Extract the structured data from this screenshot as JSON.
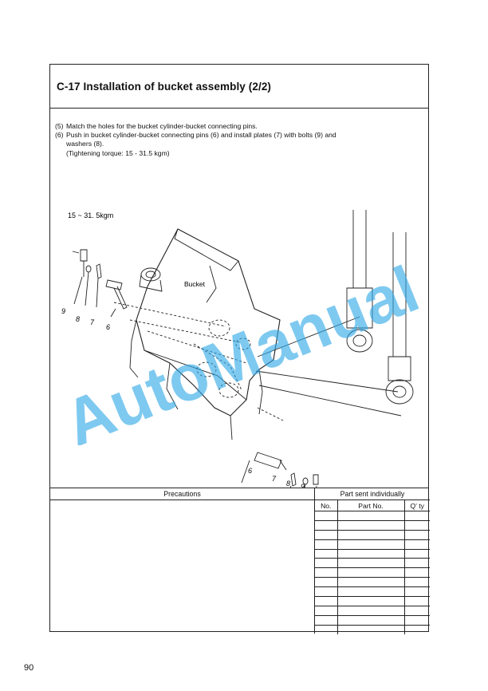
{
  "header": {
    "title": "C-17  Installation of bucket assembly (2/2)"
  },
  "steps": [
    {
      "num": "(5)",
      "text": "Match the holes for the bucket cylinder-bucket connecting pins."
    },
    {
      "num": "(6)",
      "text": "Push in bucket cylinder-bucket connecting pins (6) and install plates (7) with bolts (9) and",
      "continuation": "washers (8).",
      "note": "(Tightening torque: 15 - 31.5 kgm)"
    }
  ],
  "figure": {
    "torque_label": "15 ~ 31. 5kgm",
    "bucket_label": "Bucket",
    "callouts_left": [
      "9",
      "8",
      "7",
      "6"
    ],
    "callouts_right": [
      "6",
      "7",
      "8",
      "9"
    ]
  },
  "watermark": {
    "text": "AutoManual",
    "color": "#2ea8e6"
  },
  "precautions": {
    "heading": "Precautions"
  },
  "parts": {
    "heading": "Part sent individually",
    "columns": [
      "No.",
      "Part No.",
      "Q' ty"
    ],
    "row_count": 13
  },
  "footer": {
    "page_number": "90"
  }
}
